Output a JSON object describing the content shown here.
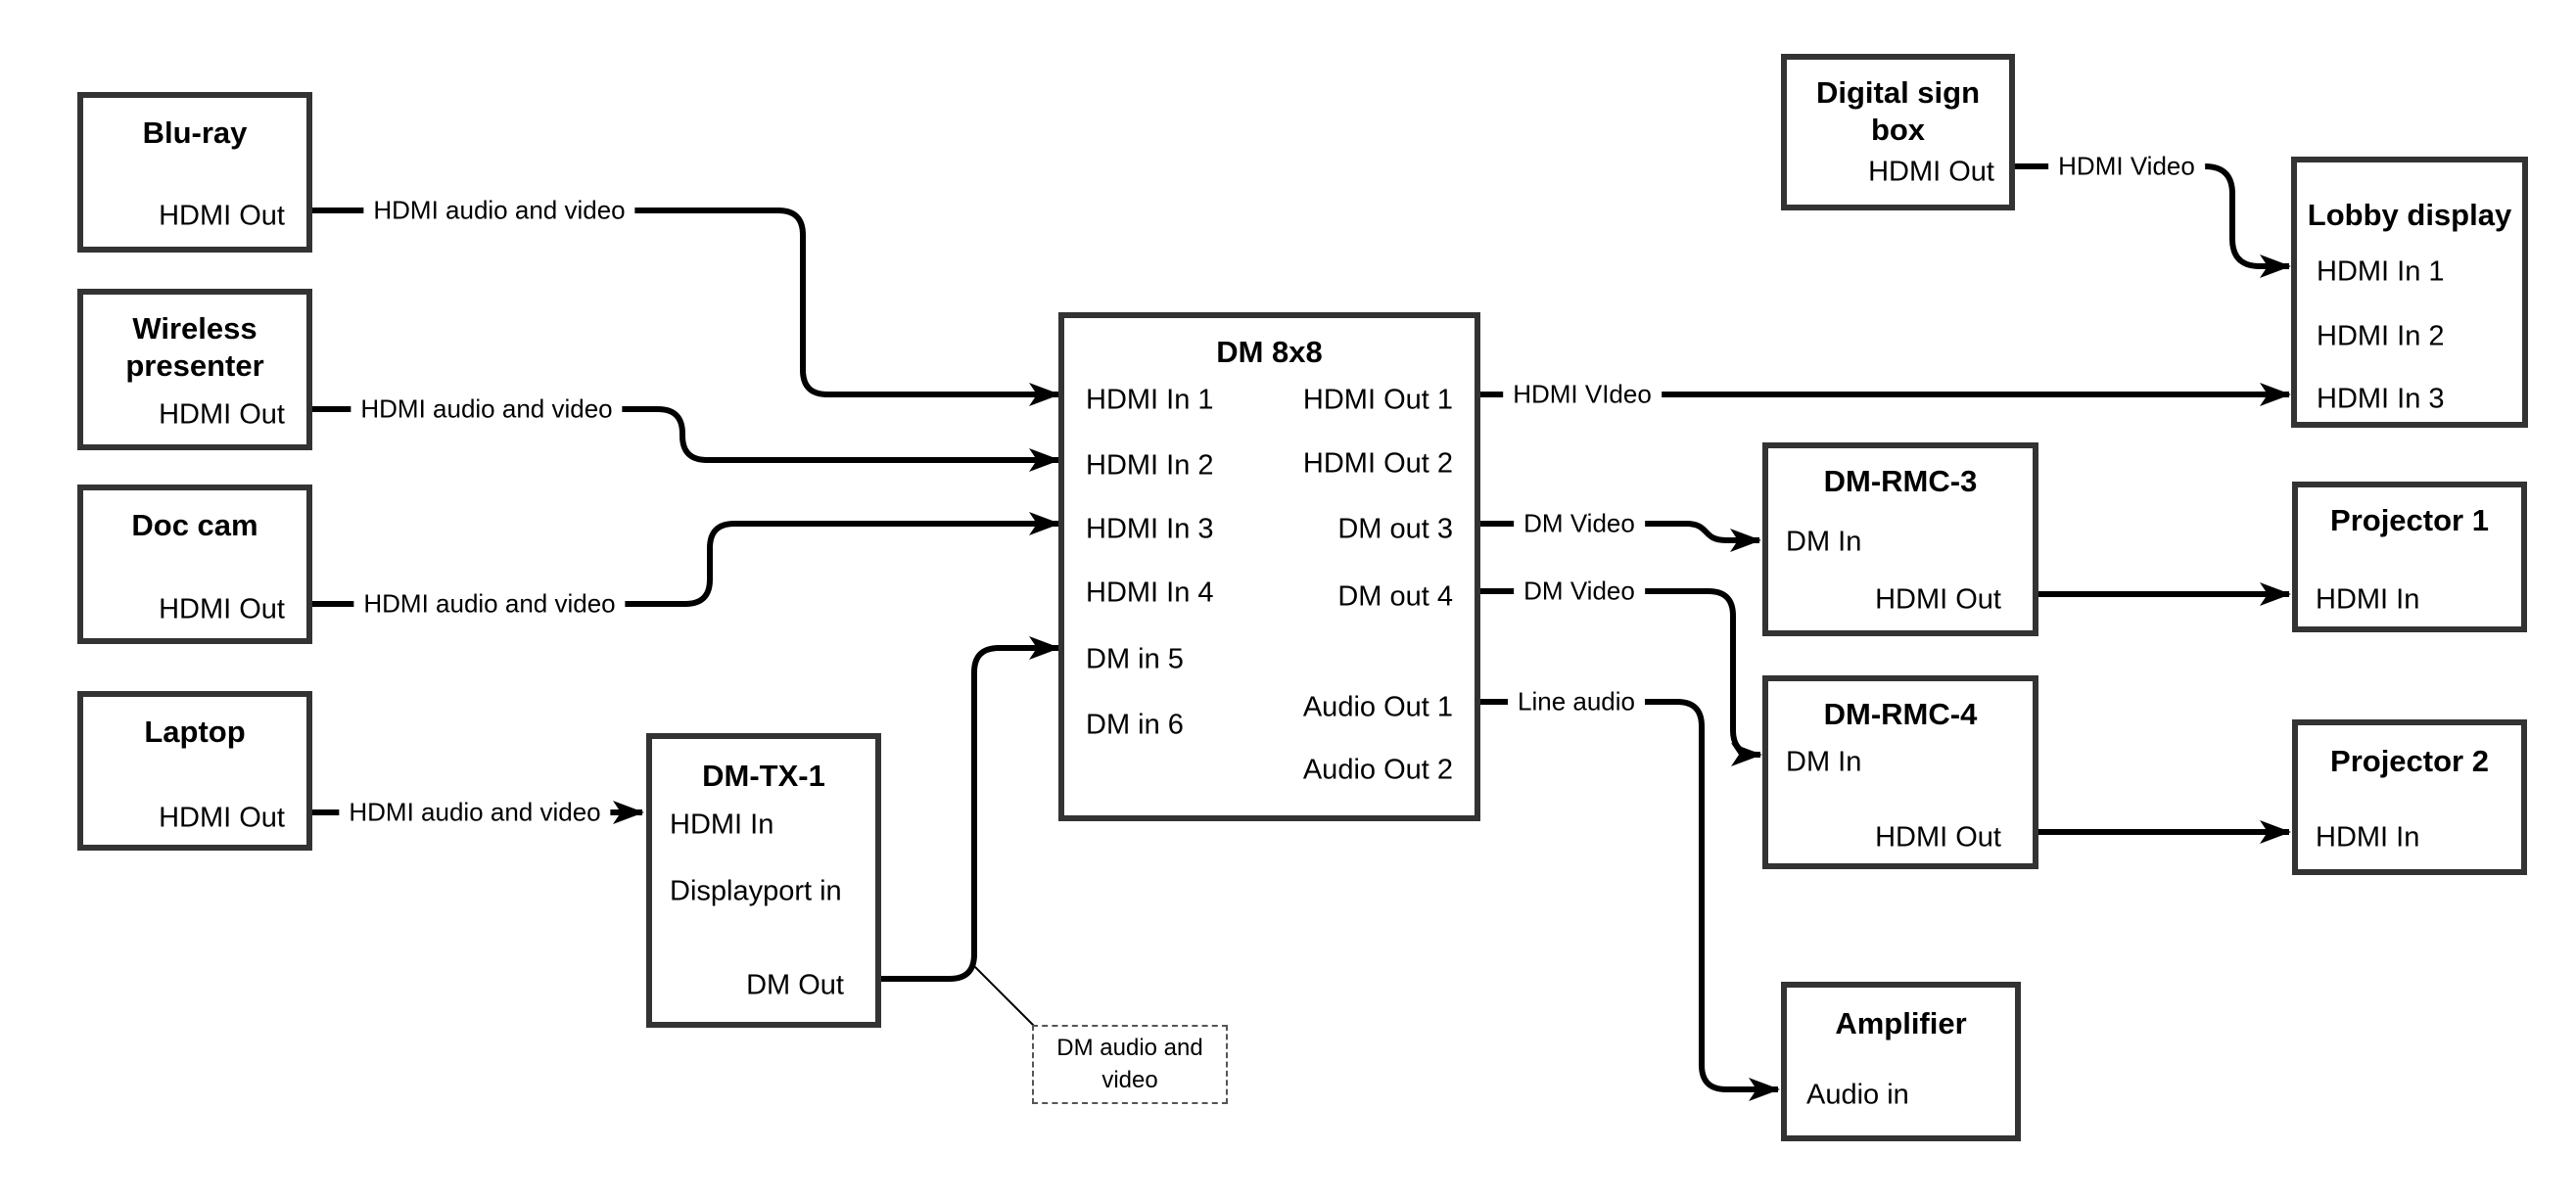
{
  "colors": {
    "background": "#ffffff",
    "wire": "#000000",
    "box_border": "#333333",
    "text": "#000000",
    "callout_border": "#555555"
  },
  "boxes": {
    "bluray": {
      "title": "Blu-ray",
      "ports": {
        "hdmi_out": "HDMI Out"
      }
    },
    "wireless_presenter": {
      "title": "Wireless presenter",
      "ports": {
        "hdmi_out": "HDMI Out"
      }
    },
    "doc_cam": {
      "title": "Doc cam",
      "ports": {
        "hdmi_out": "HDMI Out"
      }
    },
    "laptop": {
      "title": "Laptop",
      "ports": {
        "hdmi_out": "HDMI Out"
      }
    },
    "dm_tx_1": {
      "title": "DM-TX-1",
      "ports": {
        "hdmi_in": "HDMI In",
        "displayport_in": "Displayport in",
        "dm_out": "DM Out"
      }
    },
    "dm_8x8": {
      "title": "DM 8x8",
      "ports": {
        "hdmi_in_1": "HDMI In 1",
        "hdmi_in_2": "HDMI In 2",
        "hdmi_in_3": "HDMI In 3",
        "hdmi_in_4": "HDMI In 4",
        "dm_in_5": "DM in 5",
        "dm_in_6": "DM in 6",
        "hdmi_out_1": "HDMI Out 1",
        "hdmi_out_2": "HDMI Out 2",
        "dm_out_3": "DM out 3",
        "dm_out_4": "DM out 4",
        "audio_out_1": "Audio Out 1",
        "audio_out_2": "Audio Out 2"
      }
    },
    "digital_sign_box": {
      "title": "Digital sign box",
      "ports": {
        "hdmi_out": "HDMI Out"
      }
    },
    "lobby_display": {
      "title": "Lobby display",
      "ports": {
        "hdmi_in_1": "HDMI In 1",
        "hdmi_in_2": "HDMI In 2",
        "hdmi_in_3": "HDMI In 3"
      }
    },
    "dm_rmc_3": {
      "title": "DM-RMC-3",
      "ports": {
        "dm_in": "DM In",
        "hdmi_out": "HDMI Out"
      }
    },
    "projector_1": {
      "title": "Projector 1",
      "ports": {
        "hdmi_in": "HDMI In"
      }
    },
    "dm_rmc_4": {
      "title": "DM-RMC-4",
      "ports": {
        "dm_in": "DM In",
        "hdmi_out": "HDMI Out"
      }
    },
    "projector_2": {
      "title": "Projector 2",
      "ports": {
        "hdmi_in": "HDMI In"
      }
    },
    "amplifier": {
      "title": "Amplifier",
      "ports": {
        "audio_in": "Audio in"
      }
    }
  },
  "wires": [
    {
      "from": "Blu-ray HDMI Out",
      "to": "DM 8x8 HDMI In 1",
      "label": "HDMI audio and video"
    },
    {
      "from": "Wireless presenter HDMI Out",
      "to": "DM 8x8 HDMI In 2",
      "label": "HDMI audio and video"
    },
    {
      "from": "Doc cam HDMI Out",
      "to": "DM 8x8 HDMI In 3",
      "label": "HDMI audio and video"
    },
    {
      "from": "Laptop HDMI Out",
      "to": "DM-TX-1 HDMI In",
      "label": "HDMI audio and video"
    },
    {
      "from": "DM-TX-1 DM Out",
      "to": "DM 8x8 DM in 5",
      "label": ""
    },
    {
      "from": "DM 8x8 HDMI Out 1",
      "to": "Lobby display HDMI In 3",
      "label": "HDMI VIdeo"
    },
    {
      "from": "DM 8x8 DM out 3",
      "to": "DM-RMC-3 DM In",
      "label": "DM Video"
    },
    {
      "from": "DM 8x8 DM out 4",
      "to": "DM-RMC-4 DM In",
      "label": "DM Video"
    },
    {
      "from": "DM 8x8 Audio Out 1",
      "to": "Amplifier Audio in",
      "label": "Line audio"
    },
    {
      "from": "DM-RMC-3 HDMI Out",
      "to": "Projector 1 HDMI In",
      "label": ""
    },
    {
      "from": "DM-RMC-4 HDMI Out",
      "to": "Projector 2 HDMI In",
      "label": ""
    },
    {
      "from": "Digital sign box HDMI Out",
      "to": "Lobby display HDMI In 1",
      "label": "HDMI Video"
    }
  ],
  "callout": {
    "text": "DM audio and video",
    "attached_to": "DM-TX-1 DM Out wire"
  }
}
